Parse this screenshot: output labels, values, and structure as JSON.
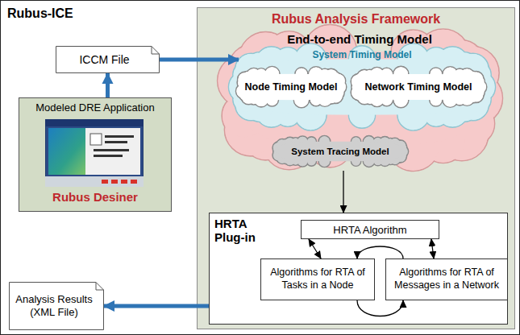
{
  "diagram": {
    "nodes": [
      {
        "text": [
          "Rubus-ICE"
        ]
      },
      {
        "text": [
          "ICCM File"
        ],
        "in": 0
      },
      {
        "text": [
          "Modeled DRE Application",
          "Rubus Desiner"
        ],
        "in": 0
      },
      {
        "text": [
          "Analysis Results (XML File)"
        ],
        "in": 0
      },
      {
        "text": [
          "Rubus Analysis Framework"
        ],
        "in": 0
      },
      {
        "text": [
          "End-to-end Timing Model"
        ],
        "in": 4
      },
      {
        "text": [
          "System Timing Model"
        ],
        "in": 5
      },
      {
        "text": [
          "Node Timing Model"
        ],
        "in": 6
      },
      {
        "text": [
          "Network Timing Model"
        ],
        "in": 6
      },
      {
        "text": [
          "System Tracing Model"
        ],
        "in": 5
      },
      {
        "text": [
          "HRTA Plug-in"
        ],
        "in": 4
      },
      {
        "text": [
          "HRTA Algorithm"
        ],
        "in": 10
      },
      {
        "text": [
          "Algorithms for RTA of Tasks in a Node"
        ],
        "in": 10
      },
      {
        "text": [
          "Algorithms for RTA of Messages in a Network"
        ],
        "in": 10
      }
    ],
    "edges": [
      {
        "from": 2,
        "to": 1,
        "arrow": "to"
      },
      {
        "from": 1,
        "to": 5,
        "arrow": "to"
      },
      {
        "from": 5,
        "to": 10,
        "arrow": "to"
      },
      {
        "from": 11,
        "to": 12,
        "arrow": "both"
      },
      {
        "from": 11,
        "to": 13,
        "arrow": "both"
      },
      {
        "from": 12,
        "to": 13,
        "arrow": "to"
      },
      {
        "from": 13,
        "to": 12,
        "arrow": "to"
      },
      {
        "from": 10,
        "to": 3,
        "arrow": "to"
      }
    ]
  }
}
